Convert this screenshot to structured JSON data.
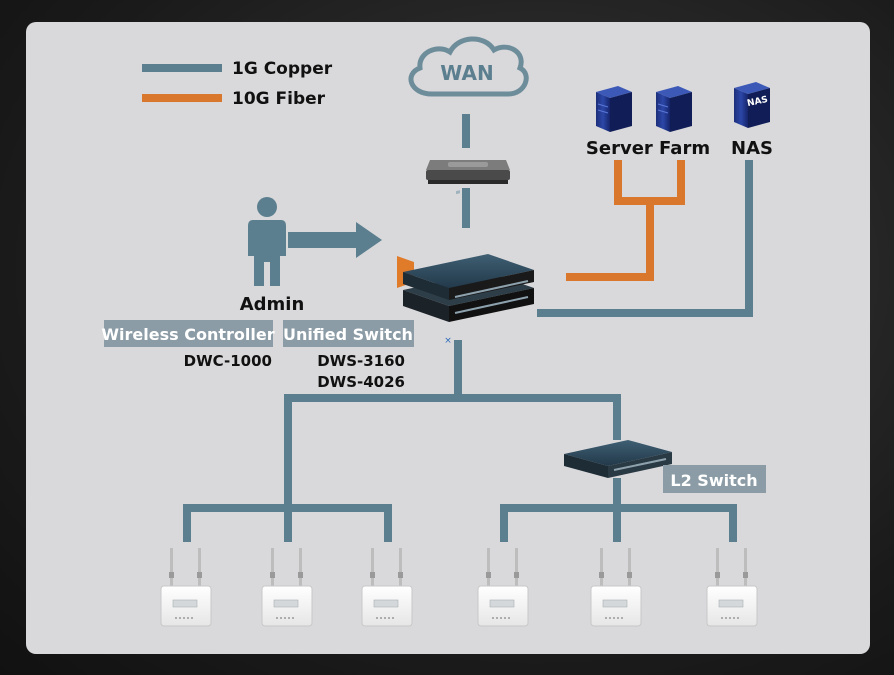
{
  "legend": {
    "copper": {
      "label": "1G Copper",
      "color": "#5b7f8f"
    },
    "fiber": {
      "label": "10G Fiber",
      "color": "#d9782d"
    }
  },
  "nodes": {
    "wan": "WAN",
    "server_farm": "Server Farm",
    "nas": "NAS",
    "nas_badge": "NAS",
    "admin": "Admin",
    "wireless_controller": "Wireless Controller",
    "wireless_controller_model": "DWC-1000",
    "unified_switch": "Unified Switch",
    "unified_switch_models": [
      "DWS-3160",
      "DWS-4026"
    ],
    "l2_switch": "L2 Switch"
  },
  "access_point_count": 6
}
